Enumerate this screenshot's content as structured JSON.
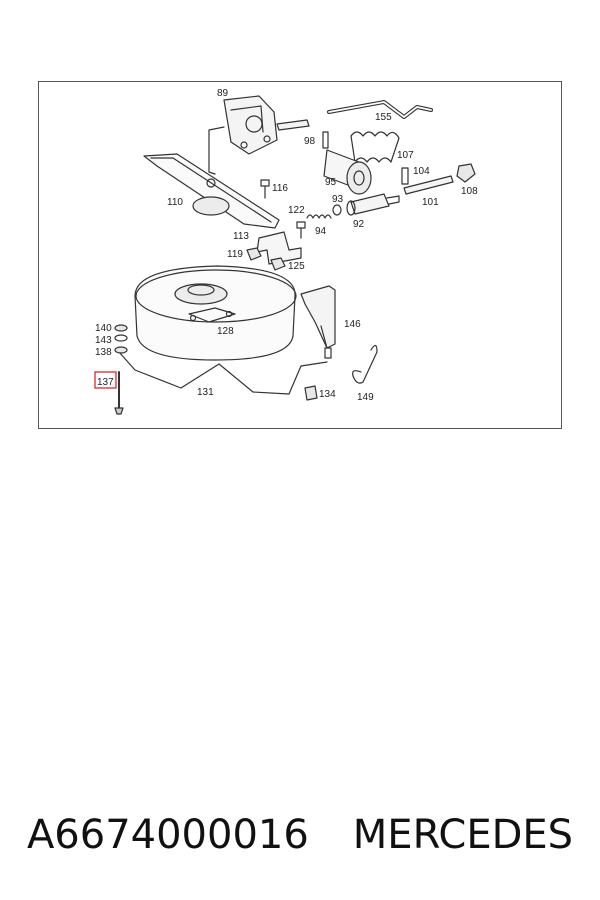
{
  "diagram": {
    "labels": [
      {
        "id": "89",
        "text": "89"
      },
      {
        "id": "155",
        "text": "155"
      },
      {
        "id": "98",
        "text": "98"
      },
      {
        "id": "107",
        "text": "107"
      },
      {
        "id": "104",
        "text": "104"
      },
      {
        "id": "95",
        "text": "95"
      },
      {
        "id": "108",
        "text": "108"
      },
      {
        "id": "116",
        "text": "116"
      },
      {
        "id": "93",
        "text": "93"
      },
      {
        "id": "101",
        "text": "101"
      },
      {
        "id": "110",
        "text": "110"
      },
      {
        "id": "122",
        "text": "122"
      },
      {
        "id": "94",
        "text": "94"
      },
      {
        "id": "92",
        "text": "92"
      },
      {
        "id": "113",
        "text": "113"
      },
      {
        "id": "119",
        "text": "119"
      },
      {
        "id": "125",
        "text": "125"
      },
      {
        "id": "146",
        "text": "146"
      },
      {
        "id": "128",
        "text": "128"
      },
      {
        "id": "140",
        "text": "140"
      },
      {
        "id": "143",
        "text": "143"
      },
      {
        "id": "138",
        "text": "138"
      },
      {
        "id": "137",
        "text": "137"
      },
      {
        "id": "131",
        "text": "131"
      },
      {
        "id": "134",
        "text": "134"
      },
      {
        "id": "149",
        "text": "149"
      }
    ],
    "highlight_color": "#e0262b"
  },
  "caption": {
    "part_number": "A6674000016",
    "brand": "MERCEDES"
  }
}
